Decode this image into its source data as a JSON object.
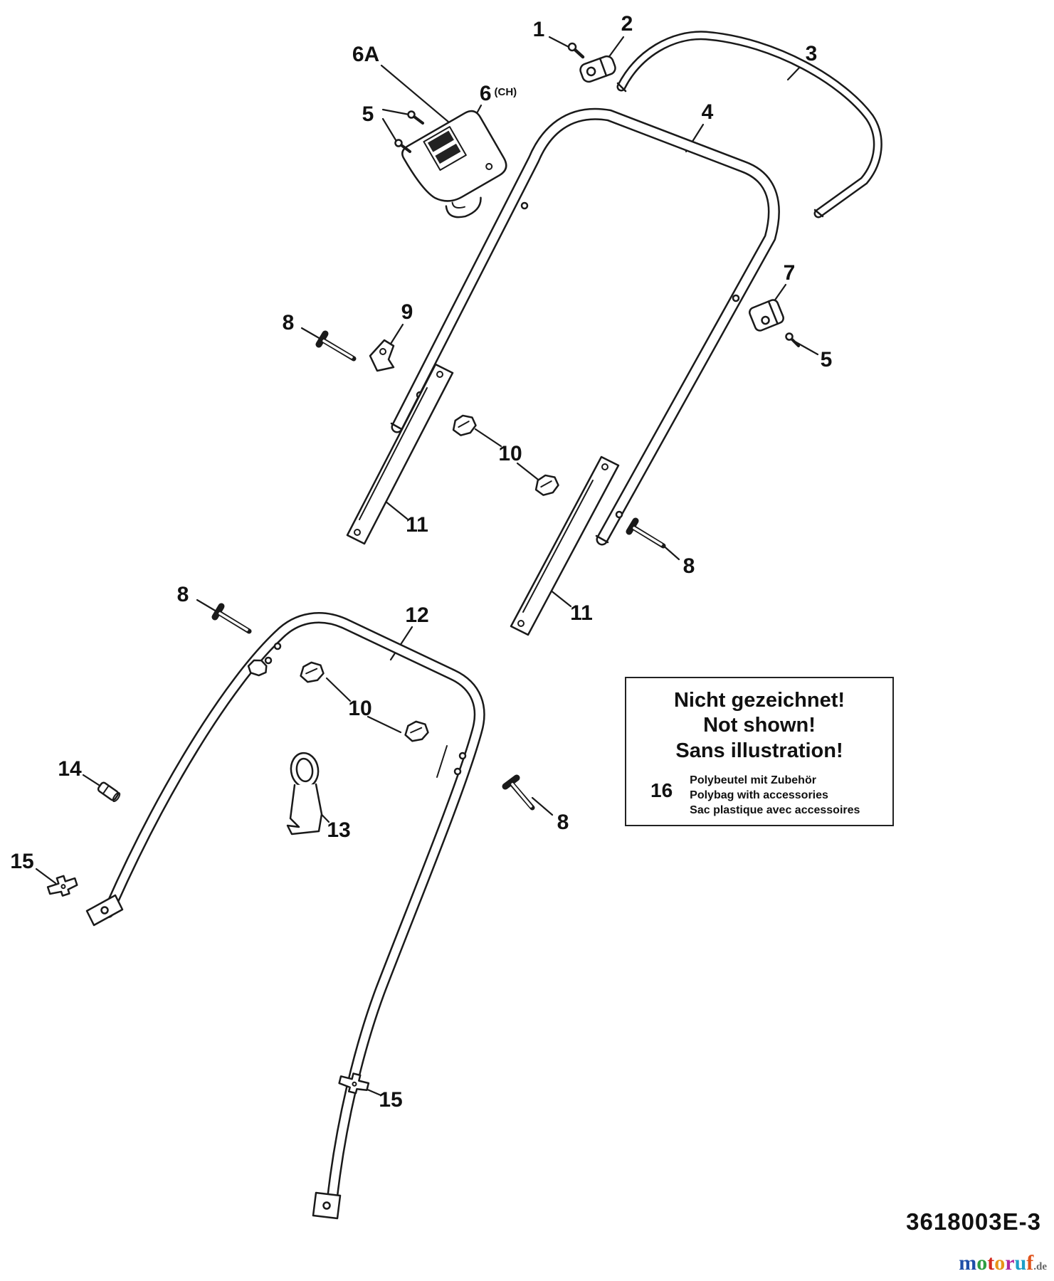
{
  "diagram": {
    "callouts": {
      "c1": "1",
      "c2": "2",
      "c3": "3",
      "c4": "4",
      "c5a": "5",
      "c5b": "5",
      "c6": "6",
      "c6_suffix": "(CH)",
      "c6a": "6A",
      "c7": "7",
      "c8a": "8",
      "c8b": "8",
      "c8c": "8",
      "c8d": "8",
      "c9": "9",
      "c10a": "10",
      "c10b": "10",
      "c11a": "11",
      "c11b": "11",
      "c12": "12",
      "c13": "13",
      "c14": "14",
      "c15a": "15",
      "c15b": "15"
    },
    "not_shown_box": {
      "line1": "Nicht gezeichnet!",
      "line2": "Not shown!",
      "line3": "Sans illustration!",
      "item_number": "16",
      "desc_de": "Polybeutel mit Zubehör",
      "desc_en": "Polybag with accessories",
      "desc_fr": "Sac plastique avec accessoires"
    },
    "line_color": "#1a1a1a"
  },
  "footer": {
    "drawing_number": "3618003E-3",
    "logo": {
      "letters": [
        {
          "ch": "m",
          "color": "#1f4fa8"
        },
        {
          "ch": "o",
          "color": "#2e9e41"
        },
        {
          "ch": "t",
          "color": "#d42a1e"
        },
        {
          "ch": "o",
          "color": "#e8941a"
        },
        {
          "ch": "r",
          "color": "#b0289e"
        },
        {
          "ch": "u",
          "color": "#1e9ec8"
        },
        {
          "ch": "f",
          "color": "#e0551e"
        }
      ],
      "suffix": ".de"
    }
  }
}
